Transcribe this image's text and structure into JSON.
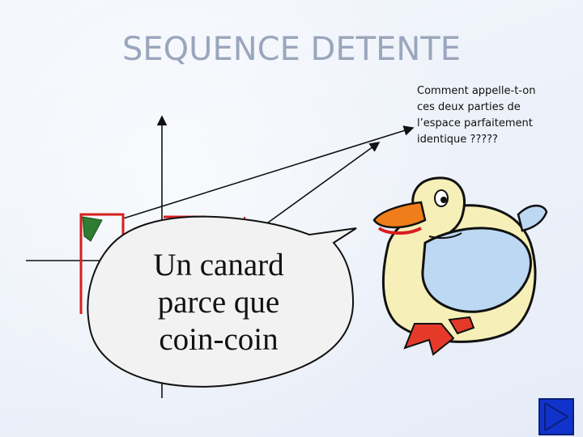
{
  "title": "SEQUENCE DETENTE",
  "question": {
    "lines": [
      "Comment appelle-t-on",
      "ces deux parties de",
      "l’espace parfaitement",
      "identique ?????"
    ]
  },
  "bubble": {
    "lines": [
      "Un canard",
      "parce que",
      "coin-coin"
    ]
  },
  "icons": {
    "duck": "duck-cartoon-icon",
    "nav": "next-slide-icon"
  },
  "colors": {
    "axis_red": "#d81e1e",
    "leaf_green": "#2e7d32",
    "duck_orange": "#ef7d1a",
    "nav_blue": "#1133cc"
  }
}
